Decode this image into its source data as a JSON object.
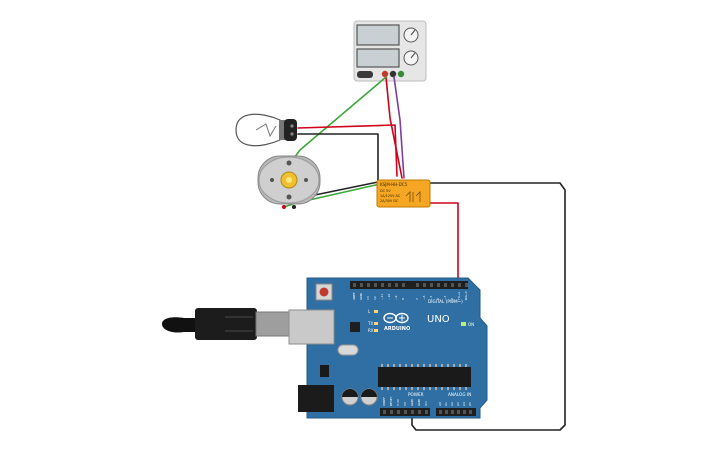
{
  "relay": {
    "model": "KSJM-HH-DC5",
    "line1": "DC 5V",
    "line2": "1A/125V AC",
    "line3": "2A/30V DC"
  },
  "arduino": {
    "brand": "ARDUINO",
    "model": "UNO",
    "on_label": "ON",
    "digital_label": "DIGITAL (PWM~)",
    "power_label": "POWER",
    "analog_label": "ANALOG IN",
    "led_l": "L",
    "led_tx": "TX",
    "led_rx": "RX",
    "digital_pins": [
      "AREF",
      "GND",
      "13",
      "12",
      "~11",
      "~10",
      "~9",
      "8",
      "7",
      "~6",
      "~5",
      "4",
      "~3",
      "2",
      "TX→1",
      "RX←0"
    ],
    "power_pins": [
      "IOREF",
      "RESET",
      "3.3V",
      "5V",
      "GND",
      "GND",
      "Vin"
    ],
    "analog_pins": [
      "A0",
      "A1",
      "A2",
      "A3",
      "A4",
      "A5"
    ]
  },
  "colors": {
    "board": "#2f6fa3",
    "relay": "#f5a623",
    "wire_red": "#d0021b",
    "wire_green": "#3aa83a",
    "wire_black": "#222222",
    "wire_purple": "#7b3fa0"
  },
  "icons": [
    "light-bulb-icon",
    "dc-motor-icon",
    "power-supply-icon",
    "usb-cable-icon",
    "relay-icon"
  ]
}
